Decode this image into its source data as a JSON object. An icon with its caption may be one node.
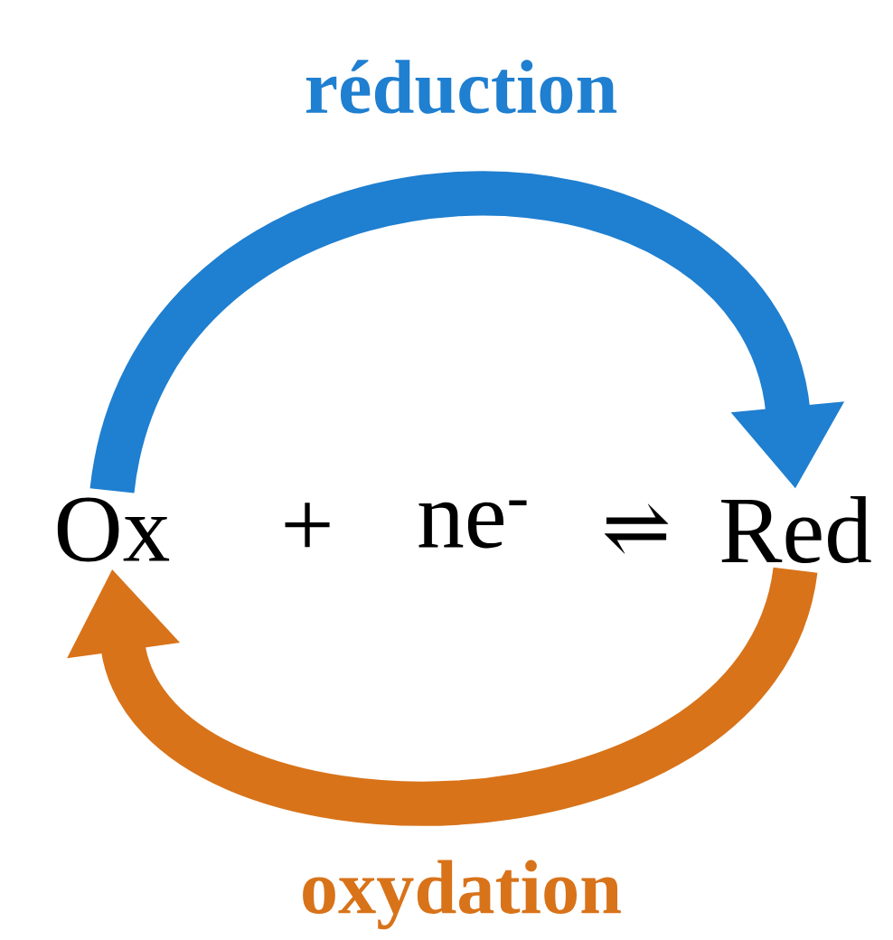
{
  "diagram": {
    "nodes": [
      {
        "text": [
          "Ox"
        ]
      },
      {
        "text": [
          "Red"
        ]
      }
    ],
    "edges": [
      {
        "from": 0,
        "to": 1,
        "arrow": "to",
        "label": "réduction",
        "color": "#1f7fd0"
      },
      {
        "from": 1,
        "to": 0,
        "arrow": "to",
        "label": "oxydation",
        "color": "#d8731a"
      }
    ],
    "labels": [
      "+",
      "ne$^{-}$",
      "⇌"
    ]
  }
}
